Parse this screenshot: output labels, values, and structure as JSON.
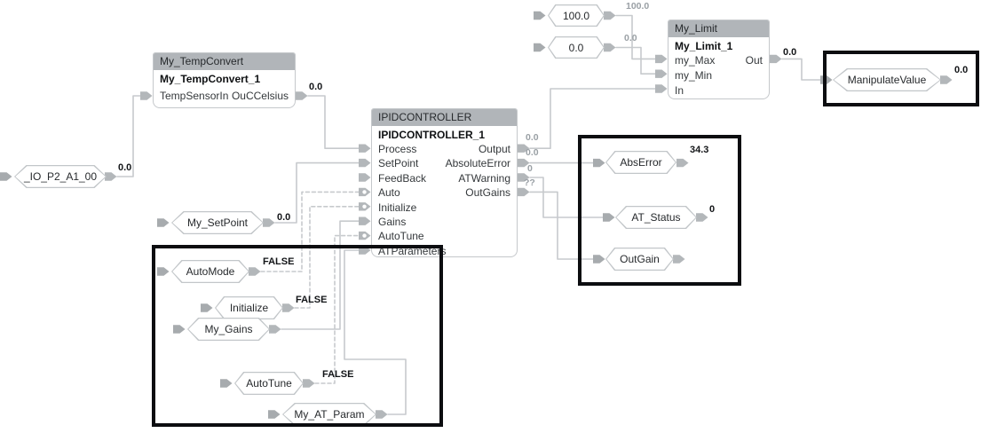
{
  "blocks": {
    "temp_convert": {
      "type": "My_TempConvert",
      "instance": "My_TempConvert_1",
      "input": "TempSensorIn",
      "output": "OuCCelsius",
      "output_value": "0.0"
    },
    "pid": {
      "type": "IPIDCONTROLLER",
      "instance": "IPIDCONTROLLER_1",
      "inputs": [
        "Process",
        "SetPoint",
        "FeedBack",
        "Auto",
        "Initialize",
        "Gains",
        "AutoTune",
        "ATParameters"
      ],
      "outputs": [
        "Output",
        "AbsoluteError",
        "ATWarning",
        "OutGains"
      ],
      "output_values": [
        "0.0",
        "0.0",
        "0",
        "??"
      ]
    },
    "limit": {
      "type": "My_Limit",
      "instance": "My_Limit_1",
      "inputs": [
        "my_Max",
        "my_Min",
        "In"
      ],
      "output": "Out",
      "output_value": "0.0"
    }
  },
  "tags": {
    "io_input": {
      "label": "_IO_P2_A1_00",
      "value": "0.0"
    },
    "setpoint": {
      "label": "My_SetPoint",
      "value": "0.0"
    },
    "automode": {
      "label": "AutoMode",
      "value": "FALSE"
    },
    "initialize": {
      "label": "Initialize",
      "value": "FALSE"
    },
    "gains": {
      "label": "My_Gains"
    },
    "autotune": {
      "label": "AutoTune",
      "value": "FALSE"
    },
    "at_param": {
      "label": "My_AT_Param"
    },
    "const_max": {
      "label": "100.0",
      "value": "100.0"
    },
    "const_min": {
      "label": "0.0",
      "value": "0.0"
    },
    "manipulate_value": {
      "label": "ManipulateValue",
      "value": "0.0"
    },
    "abs_error": {
      "label": "AbsError",
      "value": "34.3"
    },
    "at_status": {
      "label": "AT_Status",
      "value": "0"
    },
    "out_gain": {
      "label": "OutGain"
    }
  },
  "colors": {
    "block_header": "#b1b5b9",
    "wire": "#c7cacd",
    "annotation_border": "#0c0d10",
    "value_text": "#121417",
    "value_muted": "#9aa0a5"
  }
}
